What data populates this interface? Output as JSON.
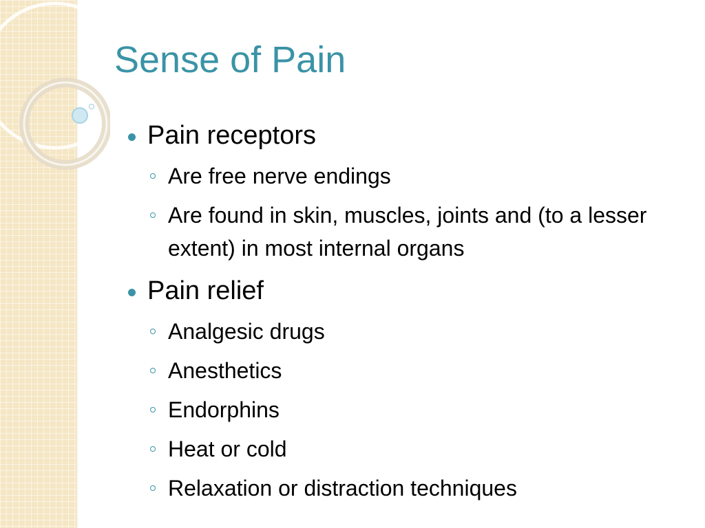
{
  "slide": {
    "title": "Sense of Pain",
    "bullets": [
      {
        "text": "Pain receptors",
        "sub": [
          "Are free nerve endings",
          "Are found in skin, muscles, joints and (to a lesser extent) in most internal organs"
        ]
      },
      {
        "text": "Pain relief",
        "sub": [
          "Analgesic drugs",
          "Anesthetics",
          "Endorphins",
          "Heat or cold",
          "Relaxation or distraction techniques"
        ]
      }
    ]
  },
  "colors": {
    "accent": "#3a93a6",
    "panel": "#f5e6c4"
  }
}
